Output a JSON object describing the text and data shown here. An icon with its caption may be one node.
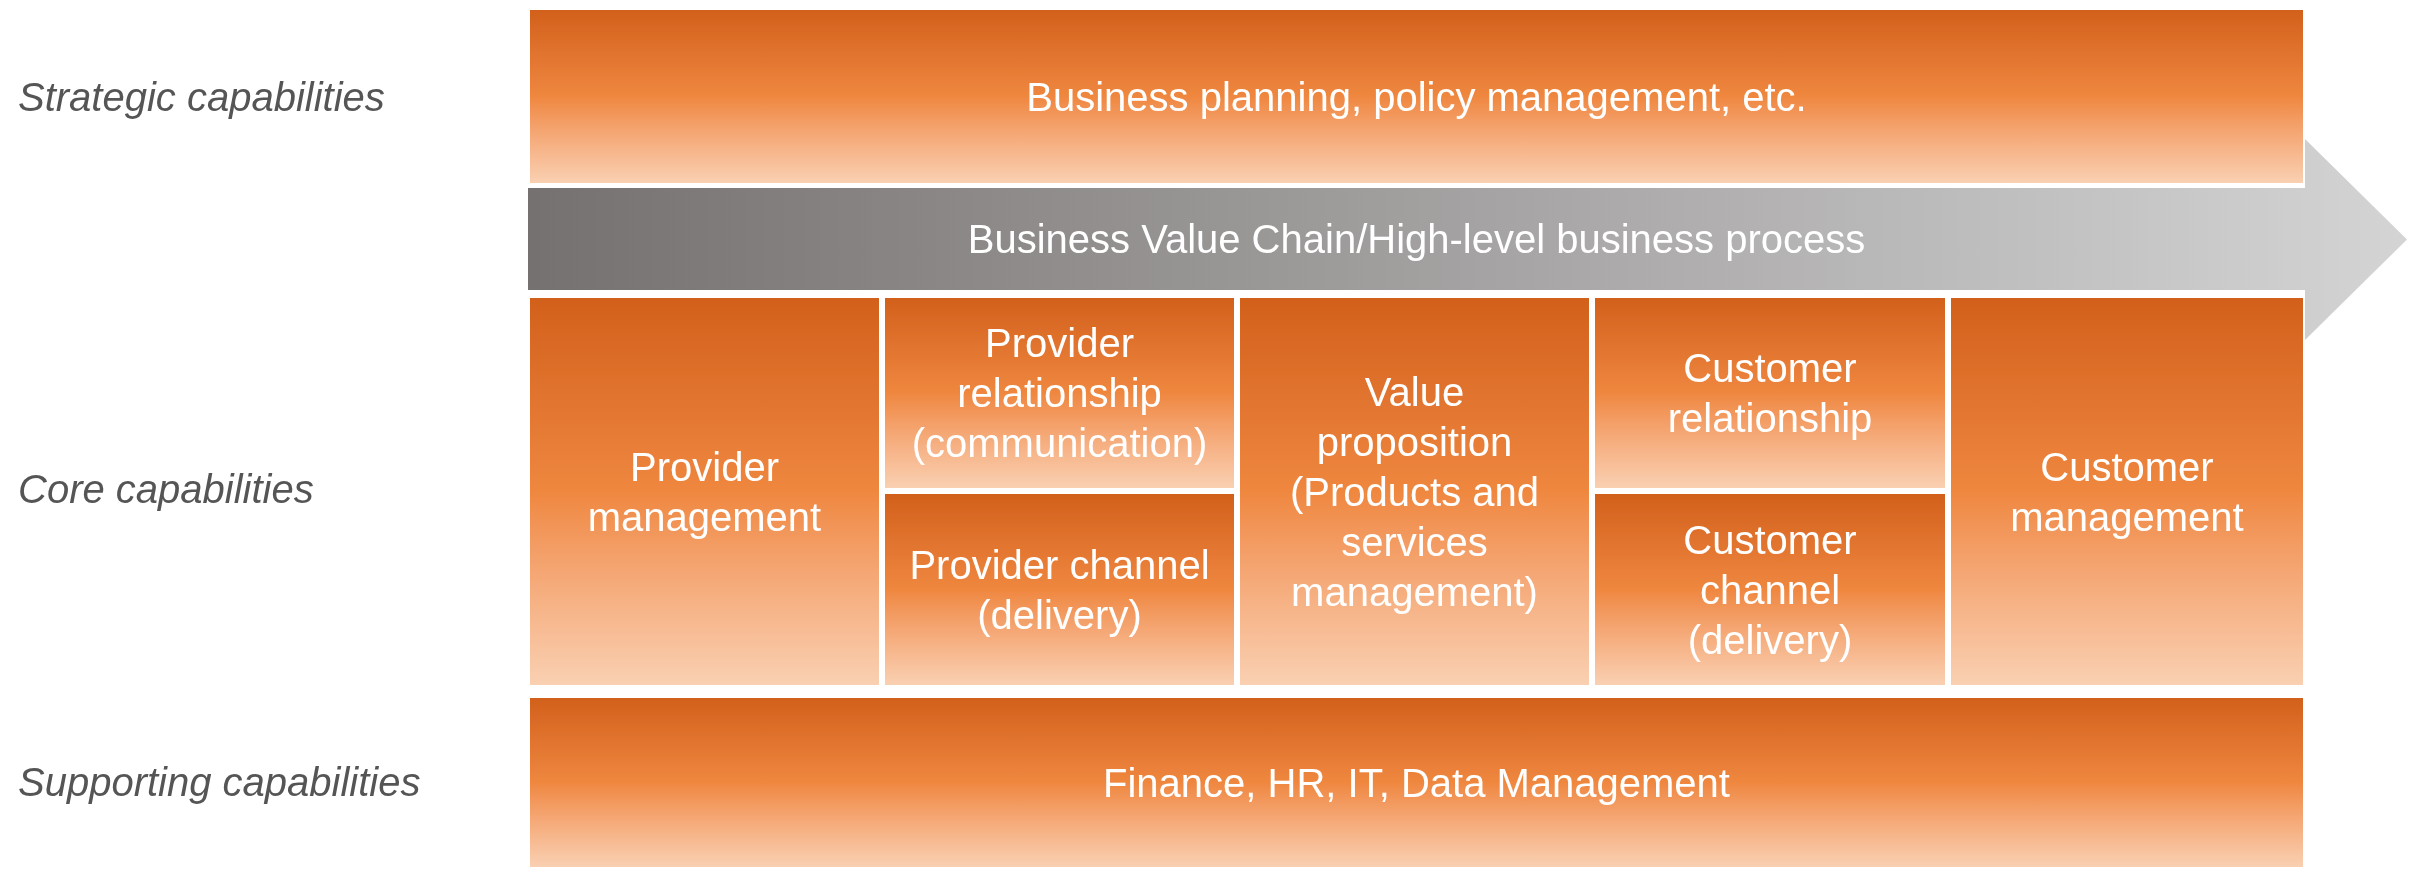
{
  "diagram": {
    "nodes": [
      {
        "text": [
          "Business planning, policy management, etc."
        ]
      },
      {
        "text": [
          "Business Value Chain/High-level business process"
        ]
      },
      {
        "text": [
          "Provider management"
        ]
      },
      {
        "text": [
          "Provider relationship (communication)"
        ]
      },
      {
        "text": [
          "Provider channel (delivery)"
        ]
      },
      {
        "text": [
          "Value proposition (Products and services management)"
        ]
      },
      {
        "text": [
          "Customer relationship"
        ]
      },
      {
        "text": [
          "Customer channel (delivery)"
        ]
      },
      {
        "text": [
          "Customer management"
        ]
      },
      {
        "text": [
          "Finance, HR, IT, Data Management"
        ]
      }
    ],
    "labels": [
      "Strategic capabilities",
      "Core capabilities",
      "Supporting capabilities"
    ]
  }
}
